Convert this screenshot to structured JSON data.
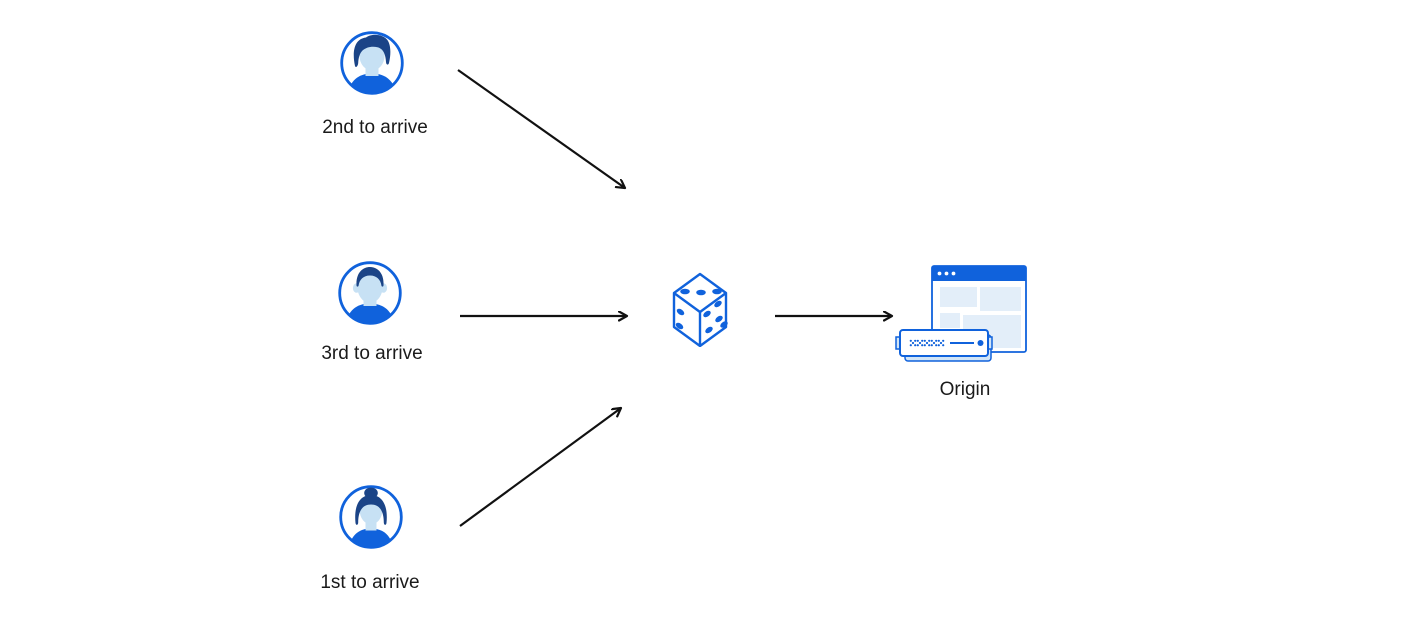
{
  "diagram": {
    "title": "random request distribution to origin",
    "background": "#ffffff",
    "colors": {
      "primary_blue": "#1062DC",
      "hair_navy": "#1B4487",
      "skin_light_blue": "#C7E1F4",
      "panel_pale_blue": "#E3EEF9",
      "server_shadow_blue": "#D2E5F7",
      "arrow_black": "#111111",
      "label_text": "#1a1a1a"
    },
    "nodes": {
      "visitor_top": {
        "label": "2nd to arrive",
        "icon": "user-avatar-male-swept-hair"
      },
      "visitor_middle": {
        "label": "3rd to arrive",
        "icon": "user-avatar-male-short-hair"
      },
      "visitor_bottom": {
        "label": "1st to arrive",
        "icon": "user-avatar-female-bun"
      },
      "random_selector": {
        "label": "",
        "icon": "dice"
      },
      "origin": {
        "label": "Origin",
        "icon": "origin-server-with-browser-window"
      }
    },
    "edges": [
      {
        "from": "visitor_top",
        "to": "random_selector"
      },
      {
        "from": "visitor_middle",
        "to": "random_selector"
      },
      {
        "from": "visitor_bottom",
        "to": "random_selector"
      },
      {
        "from": "random_selector",
        "to": "origin"
      }
    ]
  }
}
